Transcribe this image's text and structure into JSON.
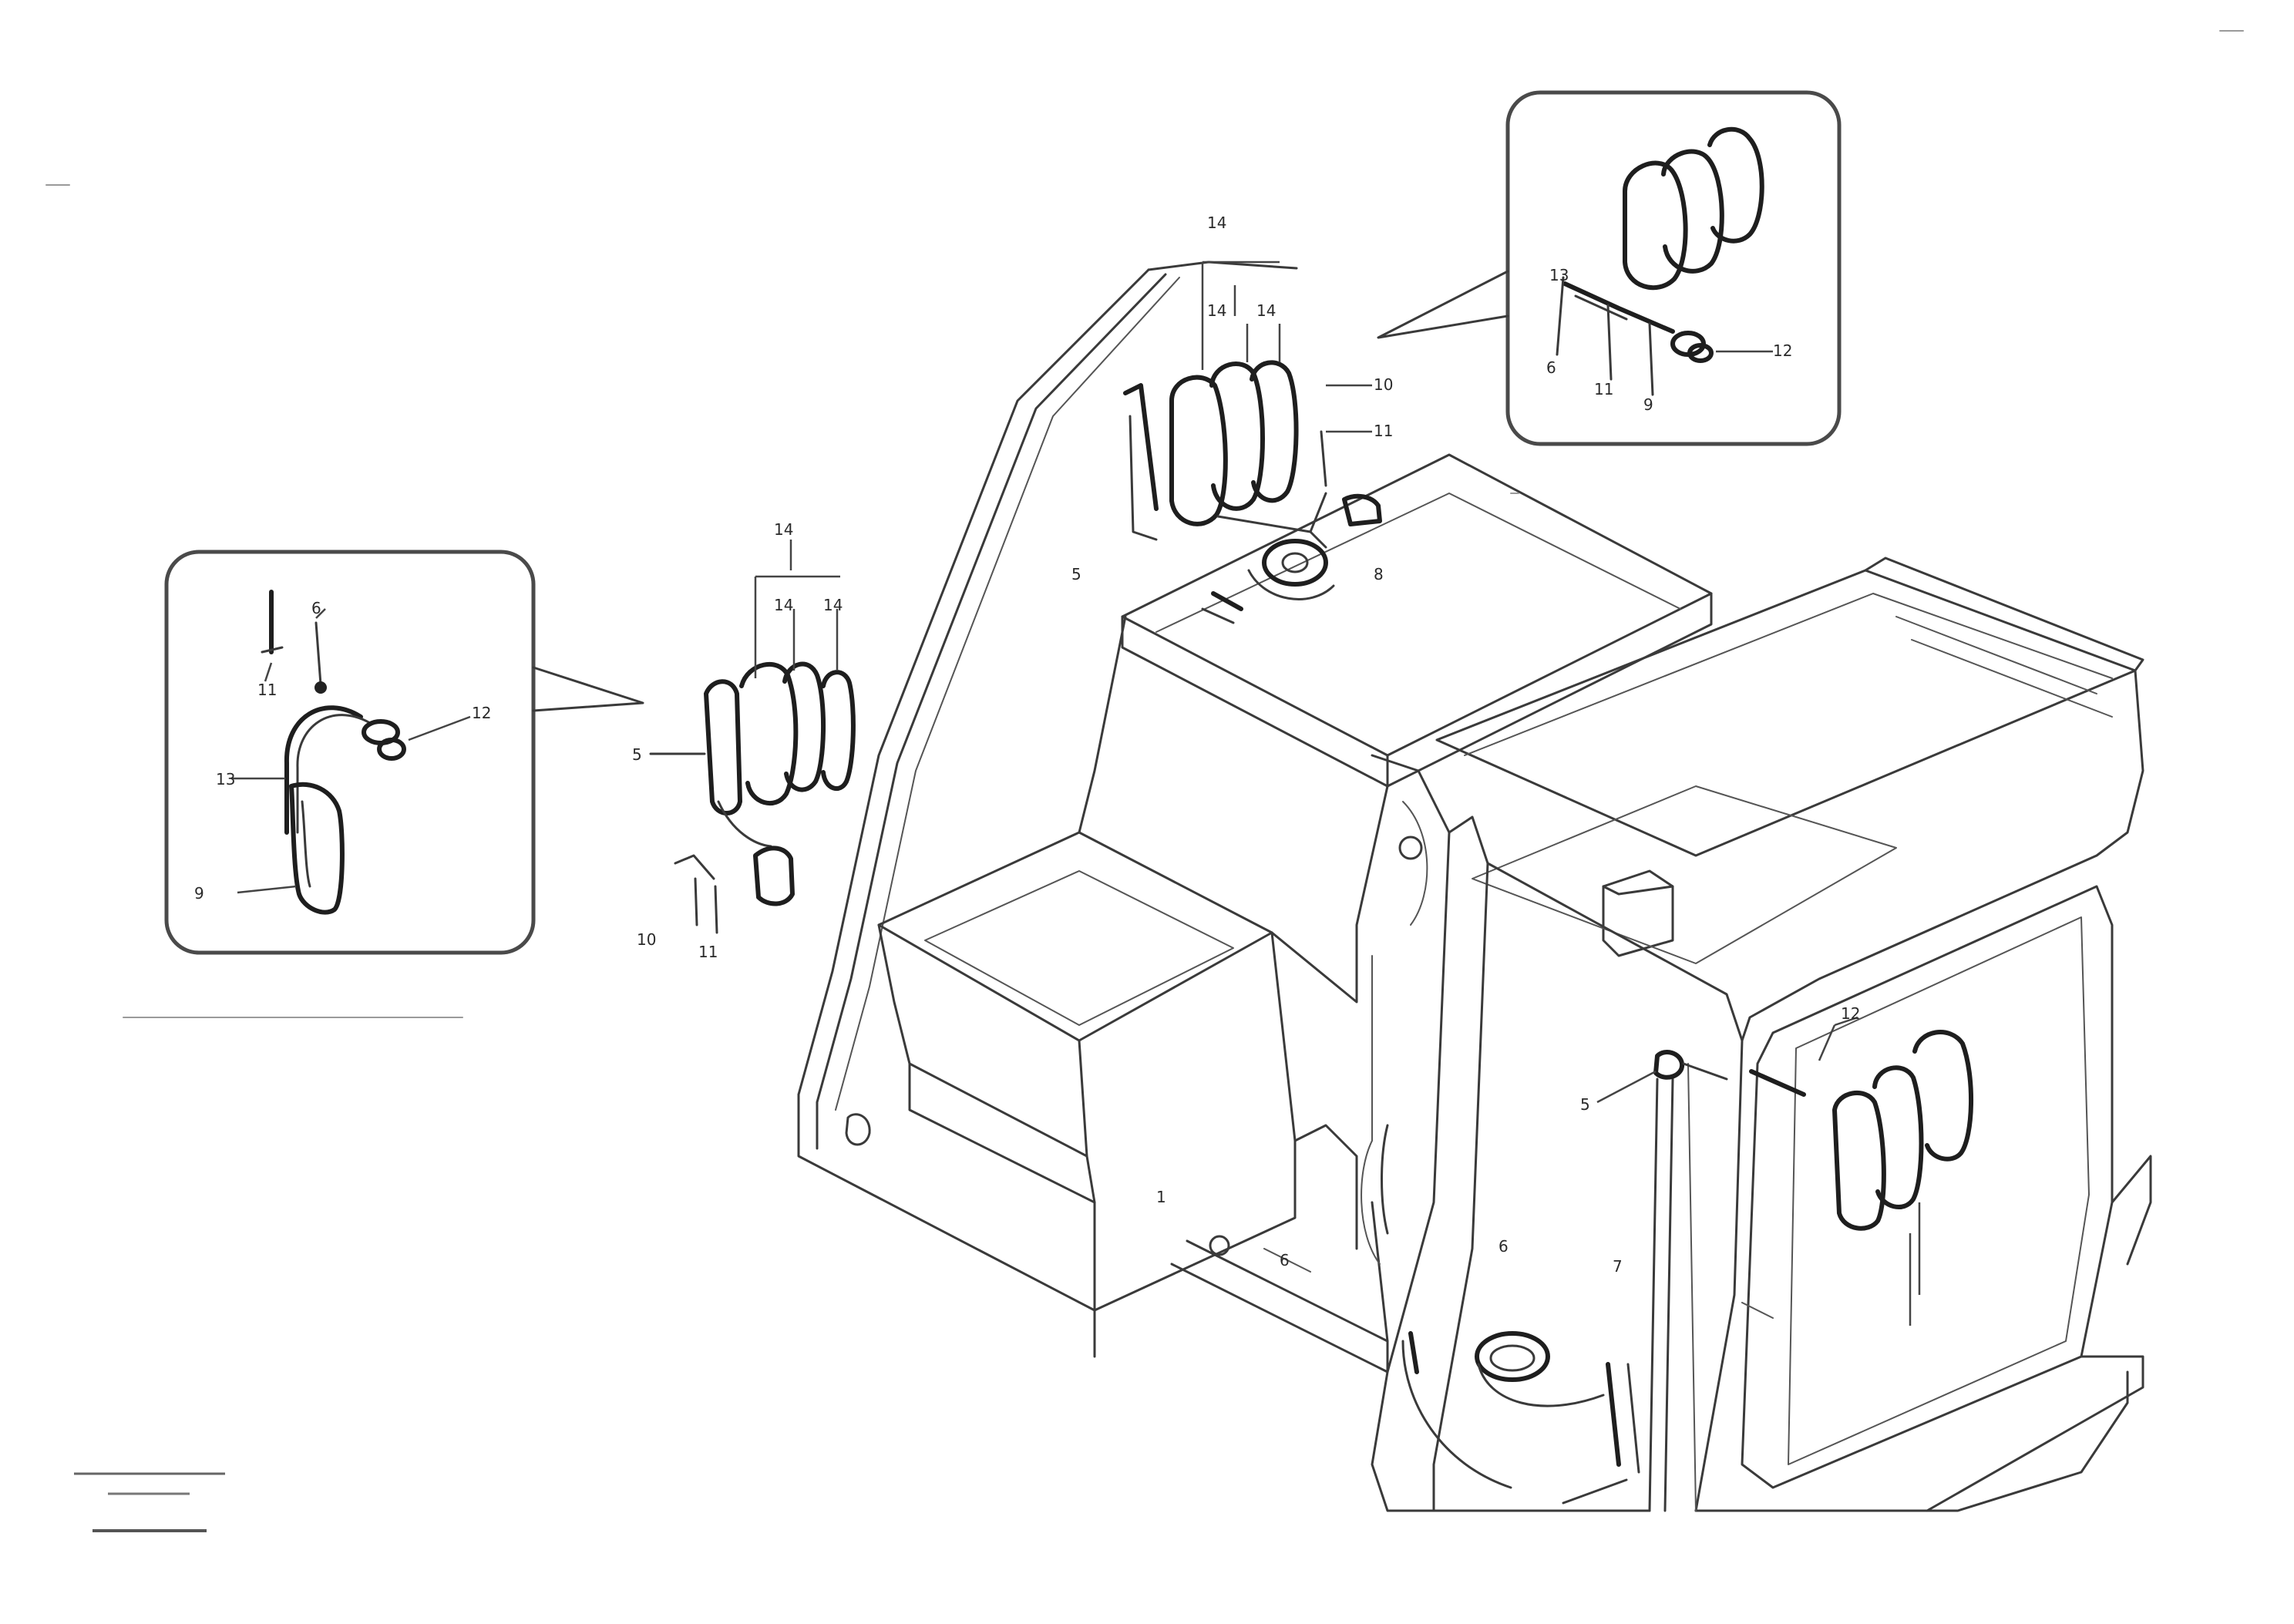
{
  "diagram": {
    "inset_left": {
      "callouts": [
        "6",
        "12",
        "13",
        "9",
        "11"
      ]
    },
    "inset_right": {
      "callouts": [
        "12",
        "6",
        "11",
        "9",
        "13"
      ]
    },
    "main": {
      "callouts": [
        "14",
        "14",
        "14",
        "10",
        "11",
        "8",
        "5",
        "14",
        "14",
        "14",
        "5",
        "10",
        "11",
        "12",
        "5",
        "6",
        "7",
        "6",
        "1"
      ]
    },
    "footer": {
      "lines": [
        "",
        "",
        ""
      ]
    }
  }
}
